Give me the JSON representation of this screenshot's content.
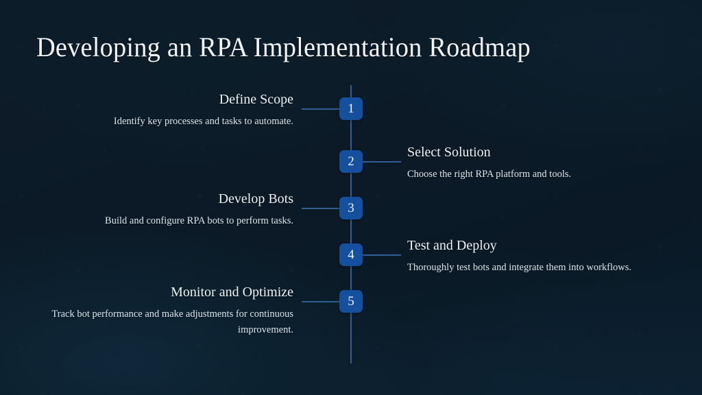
{
  "slide": {
    "title": "Developing an RPA Implementation Roadmap",
    "background_color": "#0b1a26",
    "accent_color": "#15509f",
    "line_color": "#2f5f93",
    "heading_color": "#eef3f7",
    "body_color": "#dfe7ee"
  },
  "timeline": {
    "steps": [
      {
        "number": "1",
        "heading": "Define Scope",
        "description": "Identify key processes and tasks to automate.",
        "side": "left"
      },
      {
        "number": "2",
        "heading": "Select Solution",
        "description": "Choose the right RPA platform and tools.",
        "side": "right"
      },
      {
        "number": "3",
        "heading": "Develop Bots",
        "description": "Build and configure RPA bots to perform tasks.",
        "side": "left"
      },
      {
        "number": "4",
        "heading": "Test and Deploy",
        "description": "Thoroughly test bots and integrate them into workflows.",
        "side": "right"
      },
      {
        "number": "5",
        "heading": "Monitor and Optimize",
        "description": "Track bot performance and make adjustments for continuous improvement.",
        "side": "left"
      }
    ]
  }
}
